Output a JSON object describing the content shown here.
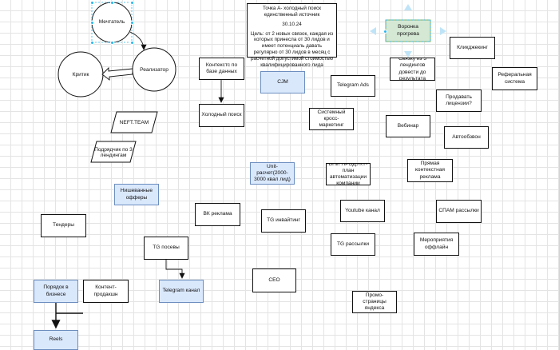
{
  "diagram": {
    "nodes": {
      "dreamer": "Мечтатель",
      "realizer": "Реализатор",
      "critic": "Критик",
      "neft_team": "NEFT.TEAM",
      "contractor": "Подрядчик по 3 лендингам",
      "niche_offers": "Нишеванные офферы",
      "tenders": "Тендеры",
      "business_order": "Порядок в бизнесе",
      "content_sales": "Контент- продакшн",
      "reels": "Reels",
      "tg_posts": "TG посевы",
      "telegram_channel": "Telegram канал",
      "vk_ads": "ВК реклама",
      "context_db": "Контекстс по базе данных",
      "cold_search": "Холодный поиск",
      "cjm": "CJM",
      "unit_calc": "Unit- расчет(2000-3000 квал лид)",
      "tg_inviting": "TG инвайтинг",
      "ceo": "CEO",
      "telegram_ads": "Telegram Ads",
      "system_cross": "Системный кросс-маркетинг",
      "bpi_product": "БПИ ПРОДУКТ- план автоматизации компании",
      "youtube": "Youtube канал",
      "tg_mailing": "TG рассылки",
      "promo_yandex": "Промо-страницы яндекса",
      "funnel_warmup": "Воронка прогрева",
      "connect_landings": "Связку из 3 лендингов довести до результата",
      "webinar": "Вебинар",
      "direct_context": "Прямая контекстная реклама",
      "sell_licenses": "Продавать лицензии?",
      "clickjacking": "Кликджекинг",
      "referral": "Реферальная система",
      "autodialer": "Автообзвон",
      "spam_mailing": "СПАМ рассылки",
      "offline_events": "Мероприятия оффлайн"
    },
    "note": {
      "title": "Точка А- холодный поиск единственный источник",
      "date": "30.10.24",
      "goal": "Цель: от 2 новых связок, каждая из которых принесла от 30 лидов и имеет потенциаль давать регулярно от 30 лидов в месяц с расчетной допустимой стоимостью квалифицированного лида"
    },
    "colors": {
      "grid": "#e4e4e4",
      "line": "#111111",
      "blue_fill": "#dae8fc",
      "blue_stroke": "#6c8ebf",
      "green_fill": "#d5e8d4",
      "green_stroke": "#82b366",
      "selection": "#29b6f2"
    }
  }
}
